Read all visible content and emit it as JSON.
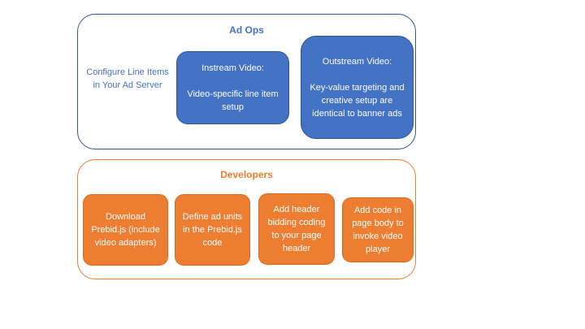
{
  "colors": {
    "blue_fill": "#4472C4",
    "blue_border": "#2F5597",
    "orange_fill": "#ED7D31",
    "background": "#FFFFFF",
    "box_text": "#FFFFFF"
  },
  "sections": [
    {
      "title": "Ad Ops",
      "side_label": "Configure Line Items in Your Ad Server",
      "boxes": [
        {
          "heading": "Instream Video:",
          "body": "Video-specific line item setup"
        },
        {
          "heading": "Outstream Video:",
          "body": "Key-value targeting and creative setup are identical to banner ads"
        }
      ]
    },
    {
      "title": "Developers",
      "boxes": [
        {
          "body": "Download Prebid.js (include video adapters)"
        },
        {
          "body": "Define ad units in the Prebid.js code"
        },
        {
          "body": "Add header bidding coding to your page header"
        },
        {
          "body": "Add code in page body to invoke video player"
        }
      ]
    }
  ]
}
